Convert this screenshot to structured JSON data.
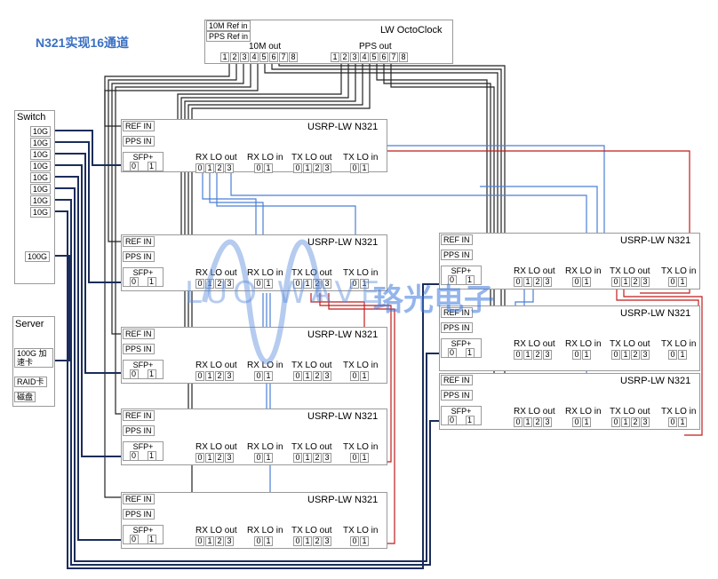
{
  "title": "N321实现16通道",
  "octoclock": {
    "name": "LW OctoClock",
    "ref_in": "10M Ref in",
    "pps_in": "PPS Ref in",
    "ten_m_out": "10M out",
    "pps_out": "PPS out",
    "ports": [
      "1",
      "2",
      "3",
      "4",
      "5",
      "6",
      "7",
      "8"
    ]
  },
  "switch": {
    "name": "Switch",
    "ports": [
      "10G",
      "10G",
      "10G",
      "10G",
      "10G",
      "10G",
      "10G",
      "10G"
    ],
    "uplink": "100G"
  },
  "server": {
    "name": "Server",
    "nic": "100G 加速卡",
    "raid": "RAID卡",
    "disk": "磁盘"
  },
  "usrp": {
    "name": "USRP-LW N321",
    "ref_in": "REF IN",
    "pps_in": "PPS IN",
    "sfp": "SFP+",
    "sfp_ports": [
      "0",
      "1"
    ],
    "rx_lo_out": "RX LO out",
    "rx_lo_in": "RX LO in",
    "tx_lo_out": "TX LO out",
    "tx_lo_in": "TX LO in",
    "lo_out_ports": [
      "0",
      "1",
      "2",
      "3"
    ],
    "lo_in_ports": [
      "0",
      "1"
    ]
  },
  "watermark": {
    "latin": "LUO WAVE",
    "cn": "珞光电子"
  }
}
